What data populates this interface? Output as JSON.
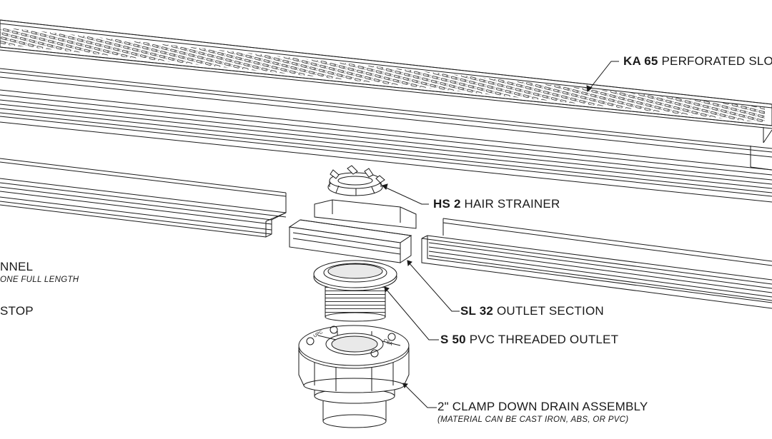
{
  "labels": {
    "grate": {
      "code": "KA 65",
      "text": "PERFORATED SLO"
    },
    "strainer": {
      "code": "HS 2",
      "text": "HAIR STRAINER"
    },
    "channel": {
      "text": "NNEL",
      "note": "ONE FULL LENGTH"
    },
    "stop": {
      "text": "STOP"
    },
    "outlet_section": {
      "code": "SL 32",
      "text": "OUTLET SECTION"
    },
    "threaded_outlet": {
      "code": "S 50",
      "text": "PVC THREADED OUTLET"
    },
    "drain": {
      "text": "2\" CLAMP DOWN DRAIN ASSEMBLY",
      "note": "(MATERIAL CAN BE CAST IRON, ABS, OR PVC)"
    }
  },
  "drain_markings": {
    "left": "UPC",
    "right": "CSA"
  },
  "colors": {
    "line": "#1a1a1a",
    "paper": "#ffffff",
    "shade": "#e9e9e9"
  }
}
